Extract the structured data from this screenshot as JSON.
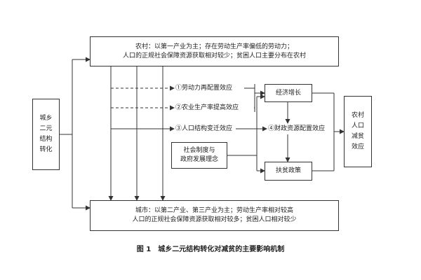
{
  "rural_box": {
    "line1": "农村：以第一产业为主；存在劳动生产率偏低的劳动力；",
    "line2": "人口的正规社会保障资源获取相对较少；贫困人口主要分布在农村"
  },
  "urban_box": {
    "line1": "城市：以第二产业、第三产业为主；劳动生产率相对较高",
    "line2": "人口的正规社会保障资源获取相对较多；贫困人口相对较少"
  },
  "left_box": {
    "lines": [
      "城乡",
      "二元",
      "结构",
      "转化"
    ]
  },
  "right_box": {
    "lines": [
      "农村",
      "人口",
      "减贫",
      "效应"
    ]
  },
  "effects": {
    "labor_realloc": "①劳动力再配置效应",
    "agri_productivity": "②农业生产率提高效应",
    "population_structure": "③人口结构变迁效应",
    "fiscal_realloc": "④财政资源配置效应"
  },
  "economic_growth": "经济增长",
  "poverty_policy": "扶贫政策",
  "social_system": {
    "line1": "社会制度与",
    "line2": "政府发展理念"
  },
  "caption": "图 1　城乡二元结构转化对减贫的主要影响机制"
}
